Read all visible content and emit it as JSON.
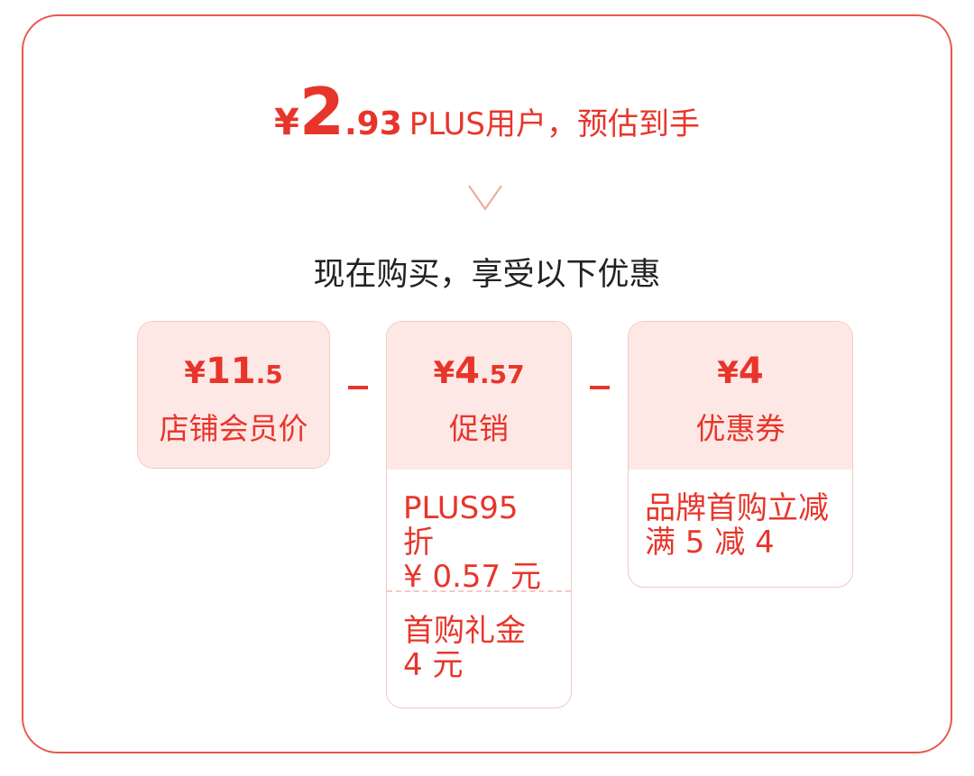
{
  "headline": {
    "currency": "¥",
    "price_int": "2",
    "price_dec": ".93",
    "text": "PLUS用户，预估到手"
  },
  "subtitle": "现在购买，享受以下优惠",
  "cards": [
    {
      "currency": "¥",
      "amount_int": "11",
      "amount_dec": ".5",
      "label": "店铺会员价"
    },
    {
      "currency": "¥",
      "amount_int": "4",
      "amount_dec": ".57",
      "label": "促销",
      "details": [
        {
          "line1": "PLUS95 折",
          "line2": "¥ 0.57 元"
        },
        {
          "line1": "首购礼金",
          "line2": "4 元"
        }
      ]
    },
    {
      "currency": "¥",
      "amount_int": "4",
      "amount_dec": "",
      "label": "优惠券",
      "details": [
        {
          "line1": "品牌首购立减",
          "line2": "满 5 减 4"
        }
      ]
    }
  ],
  "operators": [
    "minus",
    "minus"
  ],
  "colors": {
    "accent": "#e8352b",
    "border": "#e8584c",
    "card_bg": "#fde8e5",
    "card_border": "#f6c8c1",
    "text_dark": "#222222"
  }
}
